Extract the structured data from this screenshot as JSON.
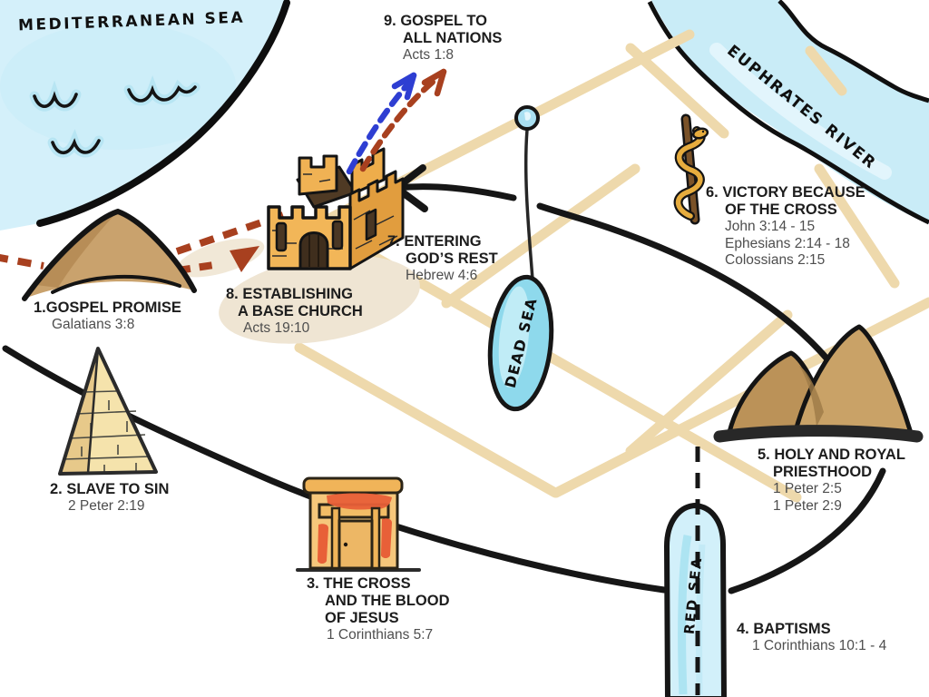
{
  "seas": {
    "mediterranean": "MEDITERRANEAN SEA",
    "euphrates": "EUPHRATES RIVER",
    "dead": "DEAD SEA",
    "red": "RED SEA"
  },
  "steps": [
    {
      "n": "1",
      "title_lines": [
        "1.GOSPEL PROMISE"
      ],
      "refs": [
        "Galatians 3:8"
      ]
    },
    {
      "n": "2",
      "title_lines": [
        "2. SLAVE TO SIN"
      ],
      "refs": [
        "2 Peter 2:19"
      ]
    },
    {
      "n": "3",
      "title_lines": [
        "3. THE CROSS",
        "AND THE BLOOD",
        "OF JESUS"
      ],
      "refs": [
        "1 Corinthians 5:7"
      ]
    },
    {
      "n": "4",
      "title_lines": [
        "4. BAPTISMS"
      ],
      "refs": [
        "1 Corinthians 10:1 - 4"
      ]
    },
    {
      "n": "5",
      "title_lines": [
        "5. HOLY AND ROYAL",
        "PRIESTHOOD"
      ],
      "refs": [
        "1 Peter 2:5",
        "1 Peter 2:9"
      ]
    },
    {
      "n": "6",
      "title_lines": [
        "6. VICTORY BECAUSE",
        "OF THE CROSS"
      ],
      "refs": [
        "John 3:14 - 15",
        "Ephesians 2:14 - 18",
        "Colossians 2:15"
      ]
    },
    {
      "n": "7",
      "title_lines": [
        "7. ENTERING",
        "GOD’S REST"
      ],
      "refs": [
        "Hebrew 4:6"
      ]
    },
    {
      "n": "8",
      "title_lines": [
        "8. ESTABLISHING",
        "A BASE CHURCH"
      ],
      "refs": [
        "Acts 19:10"
      ]
    },
    {
      "n": "9",
      "title_lines": [
        "9. GOSPEL TO",
        "ALL NATIONS"
      ],
      "refs": [
        "Acts 1:8"
      ]
    }
  ],
  "icons": {
    "wave-icon": "hand-drawn double wave strokes in the sea",
    "sea-of-galilee-pin-icon": "small blue circle lake joined by a river line",
    "dead-sea-icon": "blue elongated oval lake",
    "red-sea-icon": "blue gulf finger with dashed crossing line",
    "promise-mountain-icon": "single tan mountain",
    "twin-peaks-icon": "two tan peaks on dark base",
    "pyramid-icon": "Egyptian brick pyramid",
    "passover-door-icon": "doorway with blood on lintel and doorposts",
    "fortress-church-icon": "walled fortress city (base church)",
    "bronze-serpent-icon": "golden serpent coiled on a pole",
    "journey-path": "thick black route line",
    "left-arrow-icon": "large black arrow pointing to the fortress",
    "red-dashed-arrow-icon": "rust dashed arrows (gospel route)",
    "blue-dashed-arrow-icon": "blue dashed arrow to all nations"
  },
  "palette": {
    "sea": "#d4f0fa",
    "sea_deep": "#8ed9ec",
    "river": "#c9ecf7",
    "road": "#eed9ac",
    "land_tan": "#c9a26d",
    "brick": "#f2b658",
    "blood": "#e86038",
    "ink": "#161616",
    "red_dash": "#a8401f",
    "blue_dash": "#2e3ed2",
    "title": "#1d1d1d",
    "reference": "#4e4e4e"
  }
}
